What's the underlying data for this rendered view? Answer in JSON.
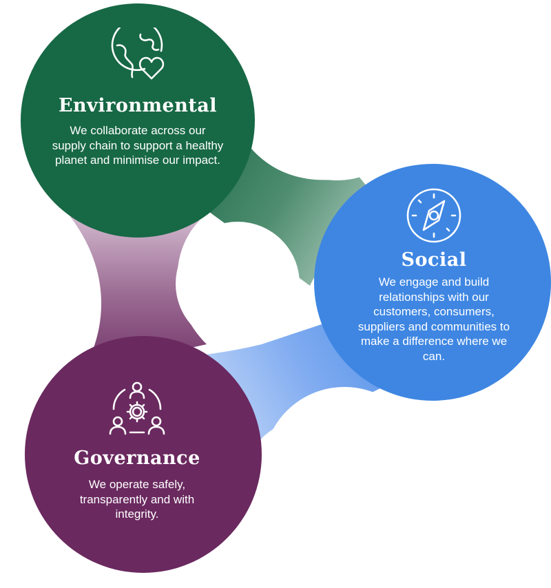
{
  "colors": {
    "environmental": "#176845",
    "social": "#3e86e2",
    "governance": "#6a295f",
    "background": "#ffffff"
  },
  "pillars": [
    {
      "key": "environmental",
      "icon": "globe-heart-icon",
      "title": "Environmental",
      "description": "We collaborate across our supply chain to support a healthy planet and  minimise our impact."
    },
    {
      "key": "social",
      "icon": "compass-icon",
      "title": "Social",
      "description": "We engage and build relationships with our customers, consumers, suppliers and communities to make a difference where we can."
    },
    {
      "key": "governance",
      "icon": "people-gear-icon",
      "title": "Governance",
      "description": "We operate safely, transparently and with integrity."
    }
  ]
}
